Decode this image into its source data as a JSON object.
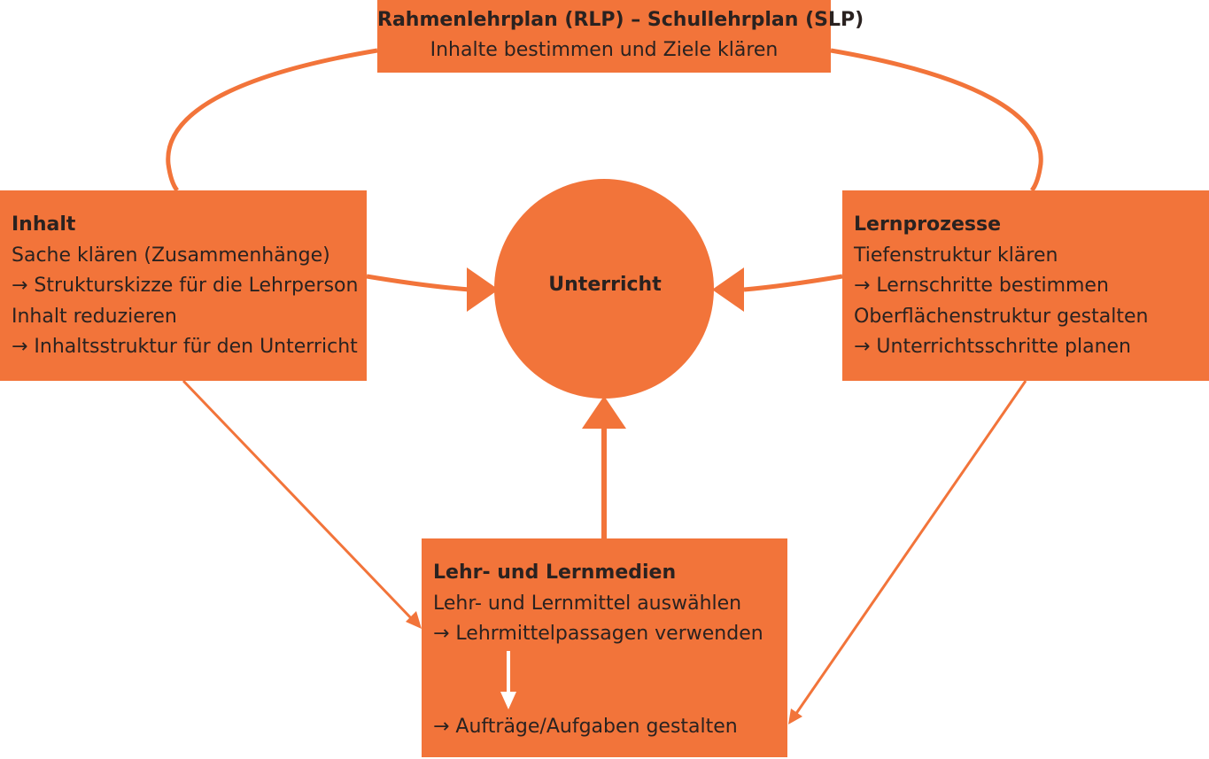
{
  "colors": {
    "accent": "#f2743a",
    "text": "#2a2220",
    "inner_arrow": "#ffffff"
  },
  "top": {
    "title": "Rahmenlehrplan (RLP) – Schullehrplan (SLP)",
    "subtitle": "Inhalte bestimmen und Ziele klären"
  },
  "center": {
    "label": "Unterricht"
  },
  "inhalt": {
    "title": "Inhalt",
    "lines": [
      "Sache klären (Zusammenhänge)",
      "→ Strukturskizze für die Lehrperson",
      "Inhalt reduzieren",
      "→ Inhaltsstruktur für den Unterricht"
    ]
  },
  "lernprozesse": {
    "title": "Lernprozesse",
    "lines": [
      "Tiefenstruktur klären",
      "→ Lernschritte bestimmen",
      "Oberflächenstruktur gestalten",
      "→ Unterrichtsschritte planen"
    ]
  },
  "medien": {
    "title": "Lehr- und Lernmedien",
    "lines": [
      "Lehr- und Lernmittel auswählen",
      "→ Lehrmittelpassagen verwenden"
    ],
    "final_line": "→ Aufträge/Aufgaben gestalten"
  }
}
